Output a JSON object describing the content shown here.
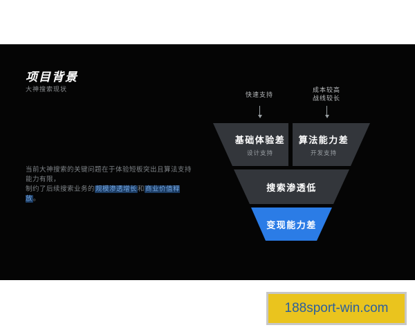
{
  "slide": {
    "title": "项目背景",
    "subtitle": "大神搜索现状",
    "paragraph": {
      "line1": "当前大神搜索的关键问题在于体验短板突出且算法支持能力有限，",
      "line2_prefix": "制约了后续搜索业务的",
      "highlight1": "规模渗透增长",
      "connector": "和",
      "highlight2": "商业价值释放",
      "period": "。"
    },
    "funnel": {
      "annotation_left": "快速支持",
      "annotation_right_line1": "成本较高",
      "annotation_right_line2": "战线较长",
      "rows": {
        "top_left": {
          "title": "基础体验差",
          "subtitle": "设计支持"
        },
        "top_right": {
          "title": "算法能力差",
          "subtitle": "开发支持"
        },
        "middle": {
          "title": "搜索渗透低"
        },
        "bottom": {
          "title": "变现能力差"
        }
      }
    },
    "colors": {
      "slide_background": "#050505",
      "funnel_box": "#33363b",
      "funnel_highlight_blue": "#2b7ce6",
      "text_highlight_bg": "#1c3c63",
      "text_highlight_fg": "#74a7e3"
    }
  },
  "watermark": {
    "text": "188sport-win.com",
    "bg_color": "#eac41e",
    "border_color": "#c7c7c7",
    "text_color": "#2b5f9e"
  }
}
